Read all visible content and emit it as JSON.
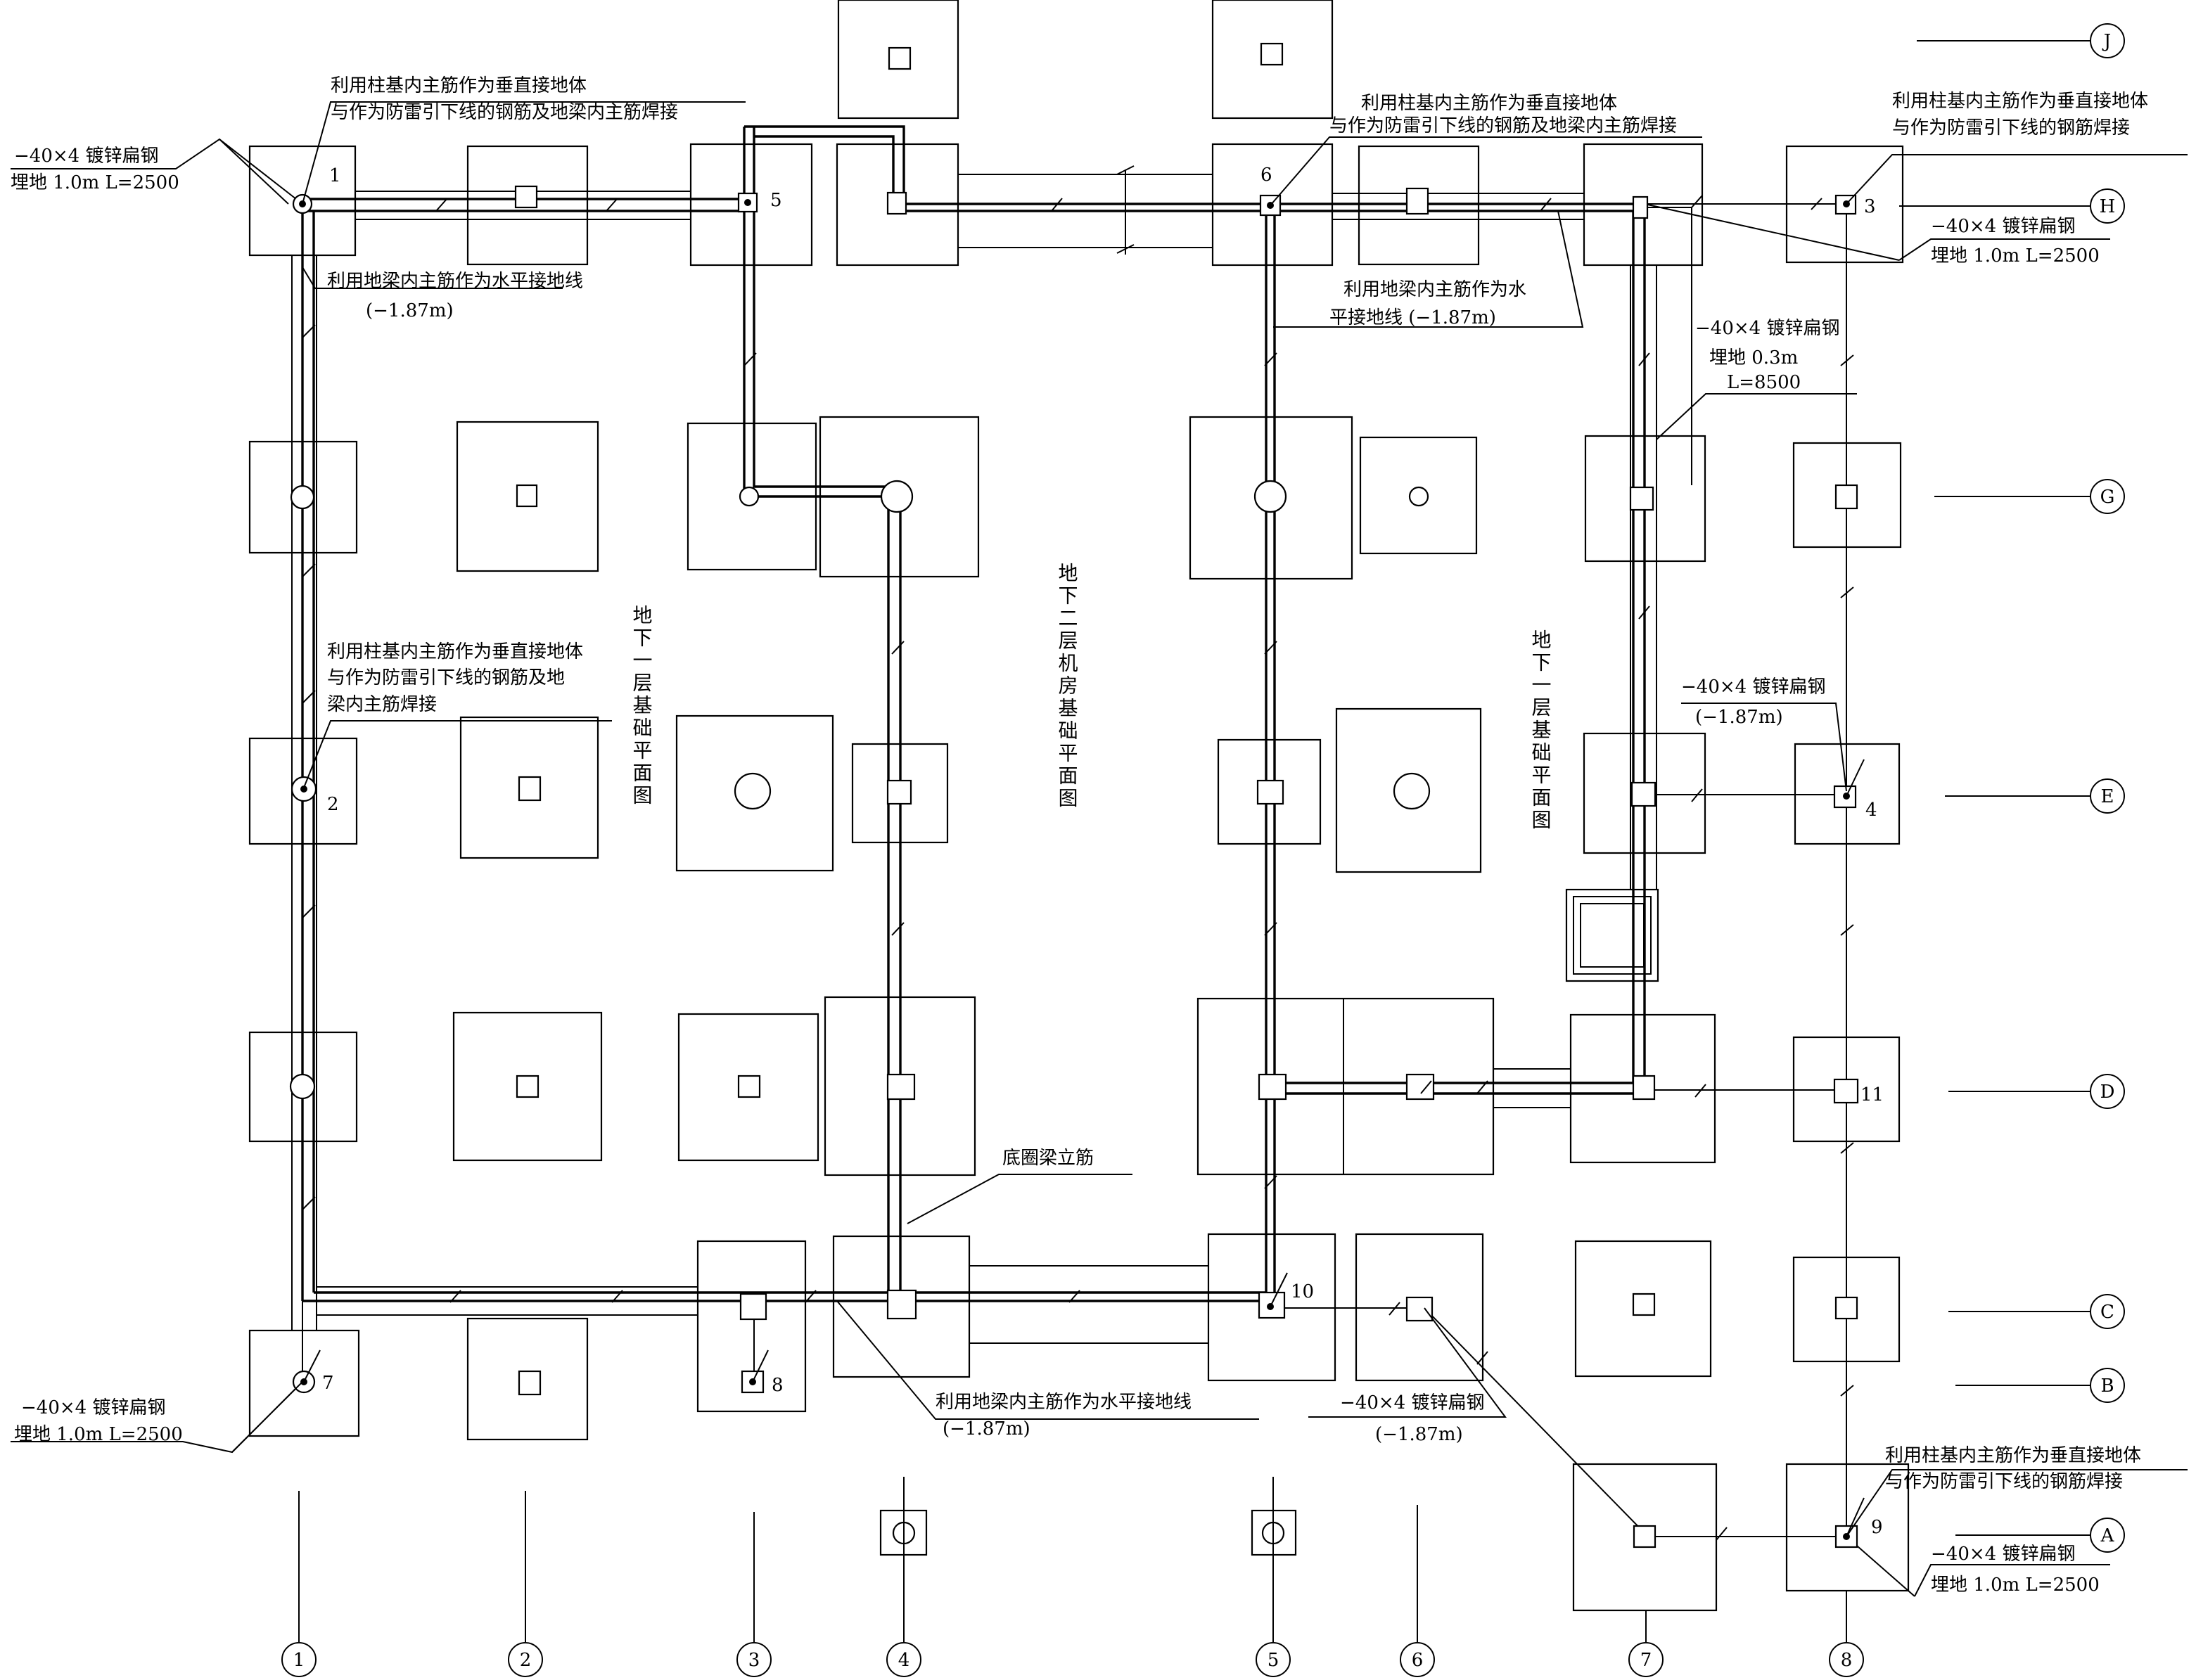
{
  "axes": {
    "rows": [
      "J",
      "H",
      "G",
      "E",
      "D",
      "C",
      "B",
      "A"
    ],
    "cols": [
      "1",
      "2",
      "3",
      "4",
      "5",
      "6",
      "7",
      "8"
    ]
  },
  "points": [
    "1",
    "2",
    "3",
    "4",
    "5",
    "6",
    "7",
    "8",
    "9",
    "10",
    "11"
  ],
  "labels": {
    "region_b1_left": "地下一层基础平面图",
    "region_b2": "地下二层机房基础平面图",
    "region_b1_right": "地下一层基础平面图"
  },
  "notes": {
    "tl_rebar": [
      "利用柱基内主筋作为垂直接地体",
      "与作为防雷引下线的钢筋及地梁内主筋焊接"
    ],
    "tm_rebar": [
      "利用柱基内主筋作为垂直接地体",
      "与作为防雷引下线的钢筋及地梁内主筋焊接"
    ],
    "tr_rebar": [
      "利用柱基内主筋作为垂直接地体",
      "与作为防雷引下线的钢筋焊接"
    ],
    "tl_flat": [
      "−40×4 镀锌扁钢",
      "埋地 1.0m L=2500"
    ],
    "tl_beam": [
      "利用地梁内主筋作为水平接地线",
      "(−1.87m)"
    ],
    "tr_beam": [
      "利用地梁内主筋作为水",
      "平接地线 (−1.87m)"
    ],
    "tr_flat": [
      "−40×4 镀锌扁钢",
      "埋地 1.0m L=2500"
    ],
    "r_flat": [
      "−40×4 镀锌扁钢",
      "埋地 0.3m",
      "L=8500"
    ],
    "ml_rebar": [
      "利用柱基内主筋作为垂直接地体",
      "与作为防雷引下线的钢筋及地",
      "梁内主筋焊接"
    ],
    "e_flat": [
      "−40×4 镀锌扁钢",
      "(−1.87m)"
    ],
    "ring": "底圈梁立筋",
    "bm_beam": [
      "利用地梁内主筋作为水平接地线",
      "(−1.87m)"
    ],
    "bl_flat": [
      "−40×4 镀锌扁钢",
      "埋地 1.0m L=2500"
    ],
    "bc_flat": [
      "−40×4 镀锌扁钢",
      "(−1.87m)"
    ],
    "br_rebar": [
      "利用柱基内主筋作为垂直接地体",
      "与作为防雷引下线的钢筋焊接"
    ],
    "br_flat": [
      "−40×4 镀锌扁钢",
      "埋地 1.0m L=2500"
    ]
  }
}
